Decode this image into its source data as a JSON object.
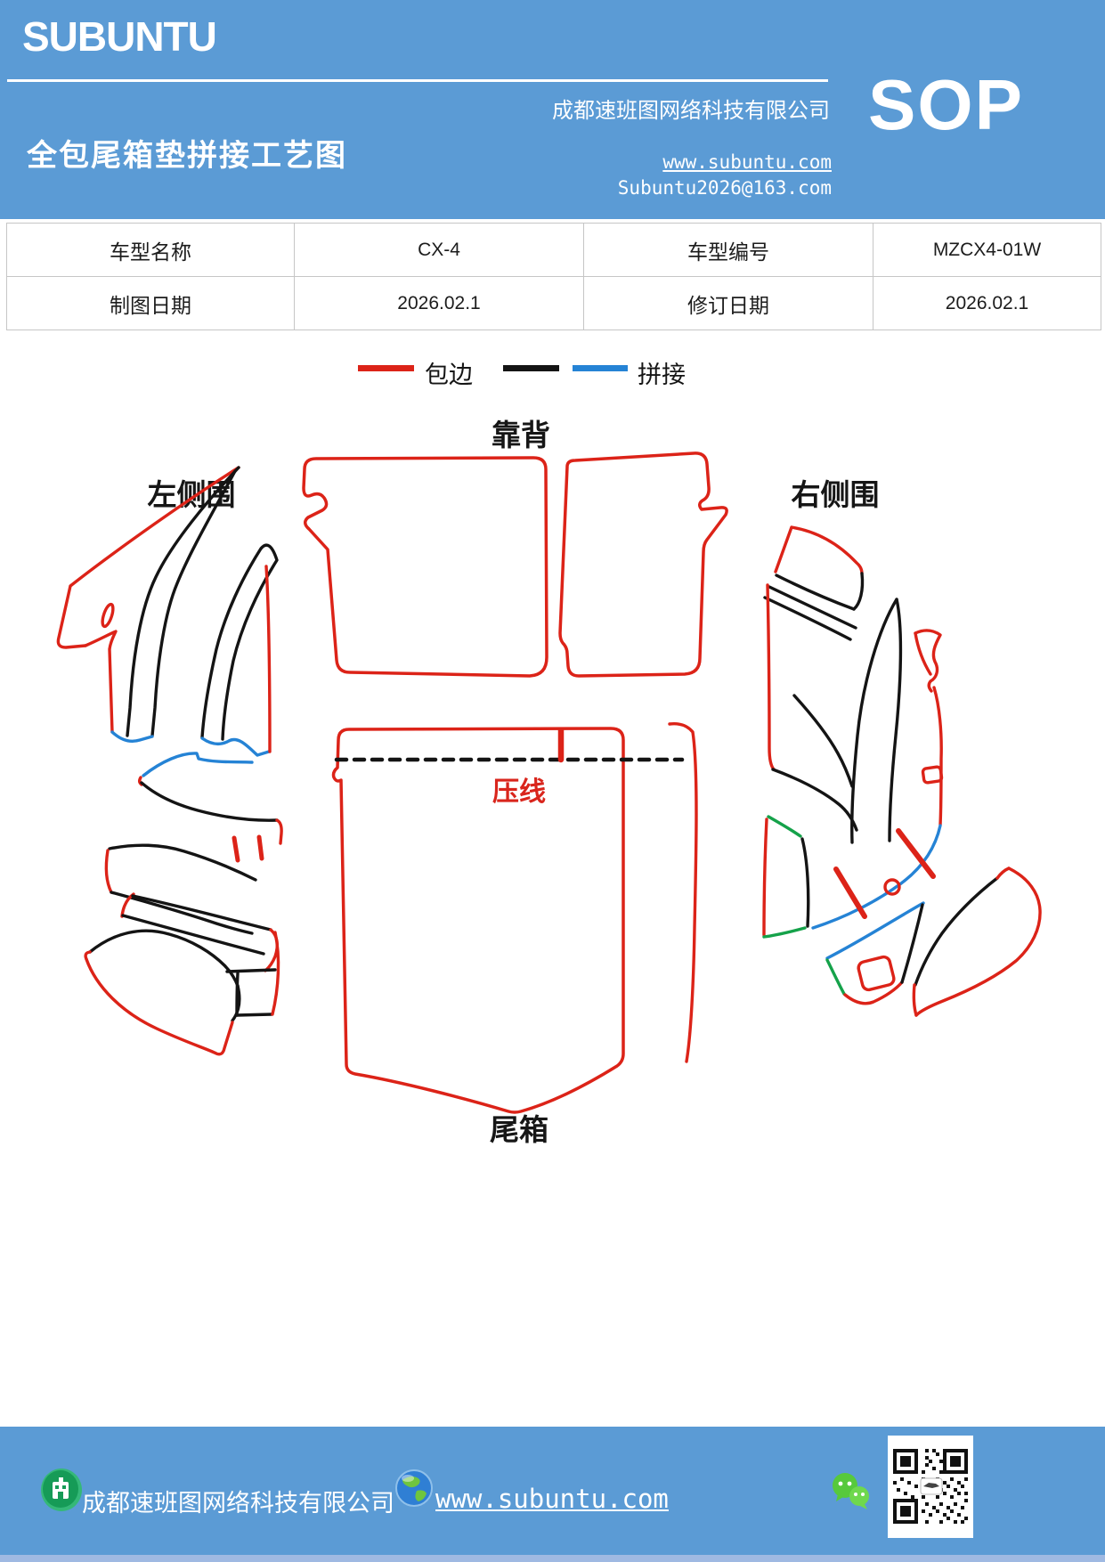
{
  "header": {
    "brand": "SUBUNTU",
    "company": "成都速班图网络科技有限公司",
    "title": "全包尾箱垫拼接工艺图",
    "website": "www.subuntu.com",
    "email": "Subuntu2026@163.com",
    "doc_type": "SOP"
  },
  "info_table": {
    "cells": [
      [
        "车型名称",
        "CX-4",
        "车型编号",
        "MZCX4-01W"
      ],
      [
        "制图日期",
        "2026.02.1",
        "修订日期",
        "2026.02.1"
      ]
    ]
  },
  "legend": {
    "items": [
      {
        "label": "包边",
        "colors": [
          "#dc2318"
        ]
      },
      {
        "label": "拼接",
        "colors": [
          "#141414",
          "#2583d5"
        ]
      }
    ]
  },
  "diagram": {
    "labels": {
      "backrest": "靠背",
      "left_side": "左侧围",
      "right_side": "右侧围",
      "press_line": "压线",
      "trunk": "尾箱"
    }
  },
  "footer": {
    "company": "成都速班图网络科技有限公司",
    "website": "www.subuntu.com"
  },
  "colors": {
    "page_blue": "#5b9bd5",
    "footer_strip_blue": "#9fb9e2",
    "edge_red": "#dc2318",
    "stitch_black": "#141414",
    "stitch_blue": "#2583d5",
    "accent_green": "#15a24a"
  }
}
